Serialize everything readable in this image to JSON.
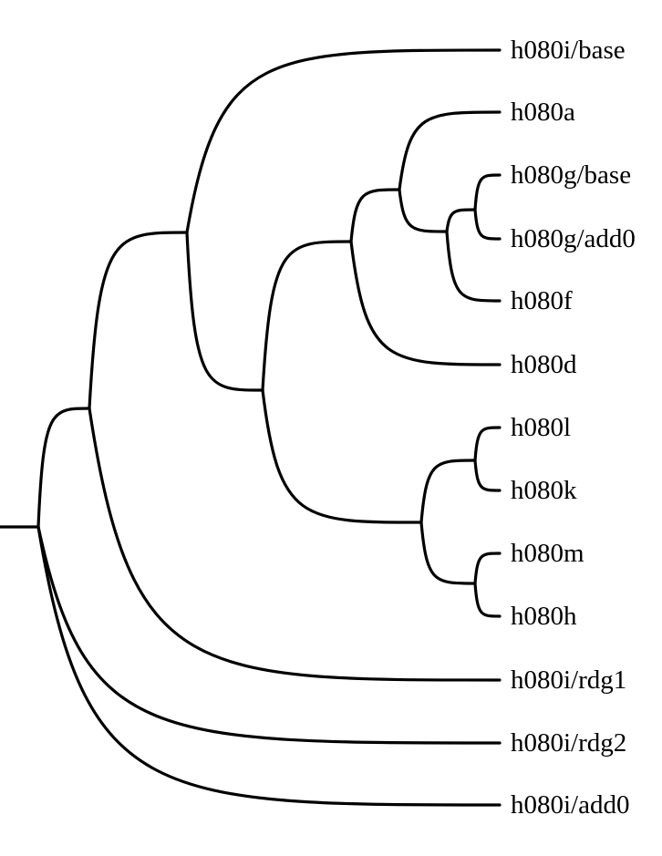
{
  "tree": {
    "leaves": [
      {
        "id": "i_base",
        "label": "h080i/base"
      },
      {
        "id": "a",
        "label": "h080a"
      },
      {
        "id": "g_base",
        "label": "h080g/base"
      },
      {
        "id": "g_add0",
        "label": "h080g/add0"
      },
      {
        "id": "f",
        "label": "h080f"
      },
      {
        "id": "d",
        "label": "h080d"
      },
      {
        "id": "l",
        "label": "h080l"
      },
      {
        "id": "k",
        "label": "h080k"
      },
      {
        "id": "m",
        "label": "h080m"
      },
      {
        "id": "h",
        "label": "h080h"
      },
      {
        "id": "i_rdg1",
        "label": "h080i/rdg1"
      },
      {
        "id": "i_rdg2",
        "label": "h080i/rdg2"
      },
      {
        "id": "i_add0",
        "label": "h080i/add0"
      }
    ],
    "edges": [
      [
        "root",
        "n1"
      ],
      [
        "root",
        "i_rdg2"
      ],
      [
        "root",
        "i_add0"
      ],
      [
        "n1",
        "n2"
      ],
      [
        "n1",
        "i_rdg1"
      ],
      [
        "n2",
        "i_base"
      ],
      [
        "n2",
        "n3"
      ],
      [
        "n3",
        "n4"
      ],
      [
        "n3",
        "n8"
      ],
      [
        "n4",
        "n5"
      ],
      [
        "n4",
        "d"
      ],
      [
        "n5",
        "a"
      ],
      [
        "n5",
        "n6"
      ],
      [
        "n6",
        "n7"
      ],
      [
        "n6",
        "f"
      ],
      [
        "n7",
        "g_base"
      ],
      [
        "n7",
        "g_add0"
      ],
      [
        "n8",
        "n9"
      ],
      [
        "n8",
        "n10"
      ],
      [
        "n9",
        "l"
      ],
      [
        "n9",
        "k"
      ],
      [
        "n10",
        "m"
      ],
      [
        "n10",
        "h"
      ]
    ],
    "stroke_color": "#000000"
  }
}
